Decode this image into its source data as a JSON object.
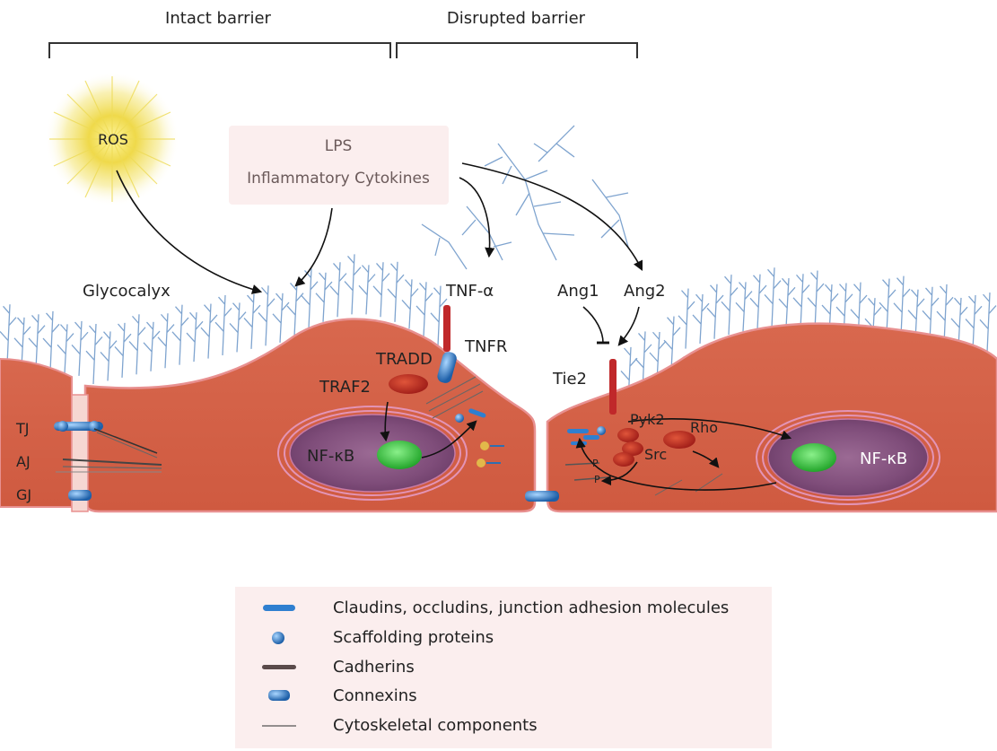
{
  "header": {
    "intact": "Intact barrier",
    "disrupted": "Disrupted barrier"
  },
  "stimuli": {
    "ros": "ROS",
    "lps": "LPS",
    "cytokines": "Inflammatory Cytokines"
  },
  "labels": {
    "glycocalyx": "Glycocalyx",
    "tnf": "TNF-α",
    "tnfr": "TNFR",
    "tradd": "TRADD",
    "traf2": "TRAF2",
    "nfkb_left": "NF-κB",
    "nfkb_right": "NF-κB",
    "ang1": "Ang1",
    "ang2": "Ang2",
    "tie2": "Tie2",
    "pyk2": "Pyk2",
    "rho": "Rho",
    "src": "Src",
    "p1": "P",
    "p2": "P"
  },
  "junctions": {
    "tj": "TJ",
    "aj": "AJ",
    "gj": "GJ"
  },
  "legend": {
    "items": [
      {
        "label": "Claudins, occludins, junction adhesion molecules",
        "icon": "dash-icon"
      },
      {
        "label": "Scaffolding proteins",
        "icon": "sphere-icon"
      },
      {
        "label": "Cadherins",
        "icon": "rod-icon"
      },
      {
        "label": "Connexins",
        "icon": "connexin-icon"
      },
      {
        "label": "Cytoskeletal components",
        "icon": "line-icon"
      }
    ]
  },
  "colors": {
    "cell": "#d9624a",
    "nucleus": "#8e5a86",
    "nfkb": "#3fbf3f",
    "glycocalyx": "#7fa4cf",
    "ros_glow": "#f2e84a",
    "legend_bg": "#fbeeee",
    "stimulus_bg": "#fbeeee"
  }
}
